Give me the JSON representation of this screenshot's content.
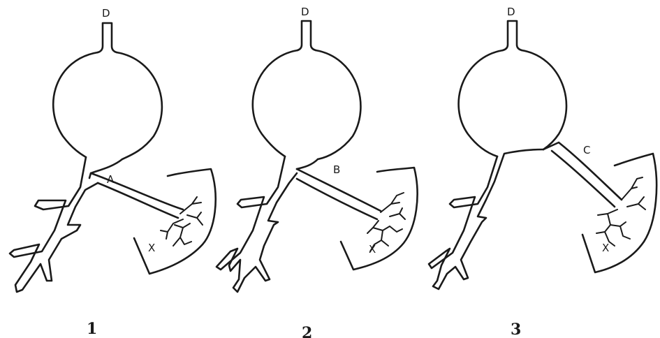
{
  "panels": [
    {
      "number": "1",
      "top_label": "D",
      "branch_label": "A",
      "region_label": "X"
    },
    {
      "number": "2",
      "top_label": "D",
      "branch_label": "B",
      "region_label": "X"
    },
    {
      "number": "3",
      "top_label": "D",
      "branch_label": "C",
      "region_label": "X"
    }
  ],
  "colors": {
    "ink": "#1a1a1a",
    "paper": "#ffffff"
  }
}
